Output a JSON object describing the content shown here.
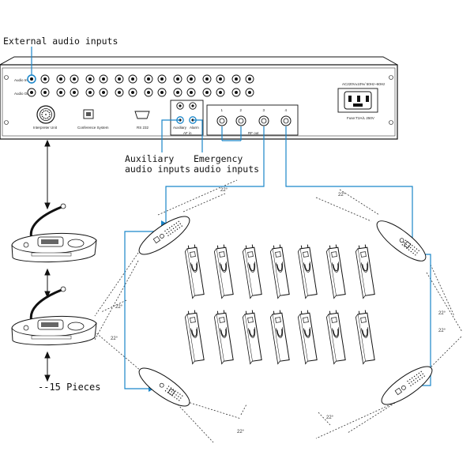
{
  "labels": {
    "external_audio_inputs": "External audio inputs",
    "auxiliary_audio_inputs_line1": "Auxiliary",
    "auxiliary_audio_inputs_line2": "audio inputs",
    "emergency_audio_inputs_line1": "Emergency",
    "emergency_audio_inputs_line2": "audio inputs",
    "pieces": "--15 Pieces"
  },
  "panel": {
    "audio_in": "Audio In",
    "audio_out": "Audio Out",
    "interpreter_unit": "Interpreter Unit",
    "conference_system": "Conference System",
    "rs232": "RS 232",
    "auxiliary": "Auxiliary",
    "alarm": "Alarm",
    "af_in": "AF in",
    "rf_out": "RF out",
    "power_line1": "AC220V±10%/ 50Hz~60Hz",
    "power_line2": "Fuse:T2A/L 250V",
    "rf_numbers": [
      "1",
      "2",
      "3",
      "4"
    ]
  },
  "angles": {
    "radiator_angle": "22°"
  },
  "colors": {
    "cable": "#1a86c9",
    "line": "#111111",
    "panel_fill": "#ffffff"
  }
}
